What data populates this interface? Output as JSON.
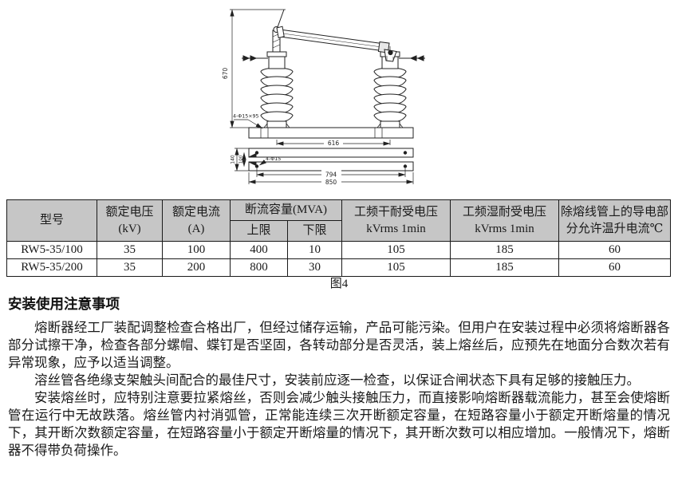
{
  "figure": {
    "caption": "图4",
    "dimensions": {
      "overall_height": "670",
      "insulator_spacing": "616",
      "hole_spacing": "794",
      "total_width": "850",
      "bar_outer": "140",
      "bar_inner": "100",
      "slot_label": "4-Φ15×95",
      "hole_label": "4-Φ15"
    }
  },
  "table": {
    "header": {
      "model": "型号",
      "rated_voltage": "额定电压\n(kV)",
      "rated_current": "额定电流\n(A)",
      "breaking_capacity": "断流容量(MVA)",
      "upper": "上限",
      "lower": "下限",
      "dry_withstand": "工频干耐受电压\nkVrms  1min",
      "wet_withstand": "工频湿耐受电压\nkVrms  1min",
      "temp_rise": "除熔线管上的导电部\n分允许温升电流℃"
    },
    "rows": [
      {
        "model": "RW5-35/100",
        "voltage": "35",
        "current": "100",
        "upper": "400",
        "lower": "10",
        "dry": "105",
        "wet": "185",
        "temp": "60"
      },
      {
        "model": "RW5-35/200",
        "voltage": "35",
        "current": "200",
        "upper": "800",
        "lower": "30",
        "dry": "105",
        "wet": "185",
        "temp": "60"
      }
    ]
  },
  "section": {
    "title": "安装使用注意事项",
    "paragraphs": [
      "熔断器经工厂装配调整检查合格出厂，但经过储存运输，产品可能污染。但用户在安装过程中必须将熔断器各部分试擦干净，检查各部分螺帽、蝶钉是否坚固，各转动部分是否灵活，装上熔丝后，应预先在地面分合数次若有异常现象，应予以适当调整。",
      "溶丝管各绝缘支架触头间配合的最佳尺寸，安装前应逐一检查，以保证合闸状态下具有足够的接触压力。",
      "安装熔丝时，应特别注意要拉紧熔丝，否则会减少触头接触压力，而直接影响熔断器载流能力，甚至会使熔断管在运行中无故跌落。熔丝管内衬消弧管，正常能连续三次开断额定容量，在短路容量小于额定开断熔量的情况下，其开断次数额定容量，在短路容量小于额定开断熔量的情况下，其开断次数可以相应增加。一般情况下，熔断器不得带负荷操作。"
    ]
  },
  "colors": {
    "table_header_bg": "#c6c6c6",
    "ink": "#1a1a1a"
  }
}
